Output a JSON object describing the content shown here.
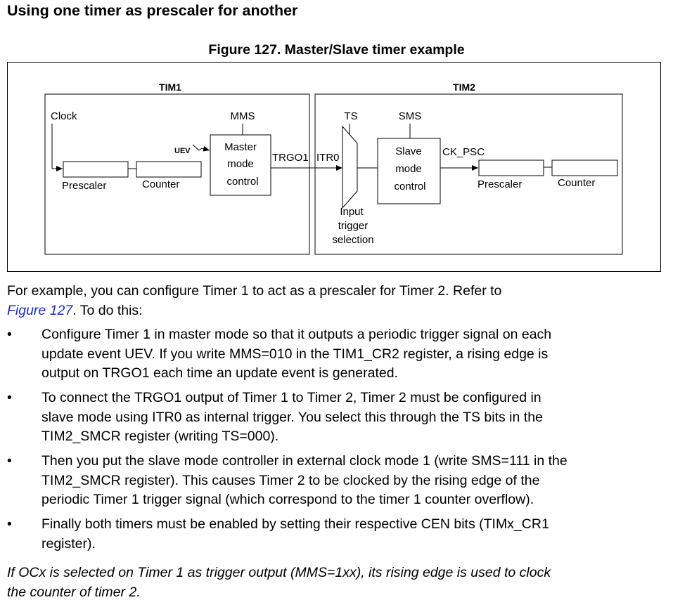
{
  "heading": "Using one timer as prescaler for another",
  "figure_caption": "Figure 127. Master/Slave timer example",
  "diagram": {
    "tim1_label": "TIM1",
    "tim2_label": "TIM2",
    "clock_label": "Clock",
    "mms_label": "MMS",
    "uev_label": "UEV",
    "master_line1": "Master",
    "master_line2": "mode",
    "master_line3": "control",
    "tim1_prescaler": "Prescaler",
    "tim1_counter": "Counter",
    "trgo1_label": "TRGO1",
    "itr0_label": "ITR0",
    "ts_label": "TS",
    "sms_label": "SMS",
    "slave_line1": "Slave",
    "slave_line2": "mode",
    "slave_line3": "control",
    "ck_psc_label": "CK_PSC",
    "tim2_prescaler": "Prescaler",
    "tim2_counter": "Counter",
    "input_line1": "Input",
    "input_line2": "trigger",
    "input_line3": "selection"
  },
  "intro": {
    "text_before": "For example, you can configure Timer 1 to act as a prescaler for Timer 2. Refer to",
    "link_text": "Figure 127",
    "text_after": ". To do this:"
  },
  "bullets": [
    {
      "marker": "•",
      "lines": [
        "Configure Timer 1 in master mode so that it outputs a periodic trigger signal on each",
        "update event UEV. If you write MMS=010 in the TIM1_CR2 register, a rising edge is",
        "output on TRGO1 each time an update event is generated."
      ]
    },
    {
      "marker": "•",
      "lines": [
        "To connect the TRGO1 output of Timer 1 to Timer 2, Timer 2 must be configured in",
        "slave mode using ITR0 as internal trigger. You select this through the TS bits in the",
        "TIM2_SMCR register (writing TS=000)."
      ]
    },
    {
      "marker": "•",
      "lines": [
        "Then you put the slave mode controller in external clock mode 1 (write SMS=111 in the",
        "TIM2_SMCR register). This causes Timer 2 to be clocked by the rising edge of the",
        "periodic Timer 1 trigger signal (which correspond to the timer 1 counter overflow)."
      ]
    },
    {
      "marker": "•",
      "lines": [
        "Finally both timers must be enabled by setting their respective CEN bits (TIMx_CR1",
        "register)."
      ]
    }
  ],
  "note": {
    "lines": [
      "If OCx is selected on Timer 1 as trigger output (MMS=1xx), its rising edge is used to clock",
      "the counter of timer 2."
    ]
  }
}
